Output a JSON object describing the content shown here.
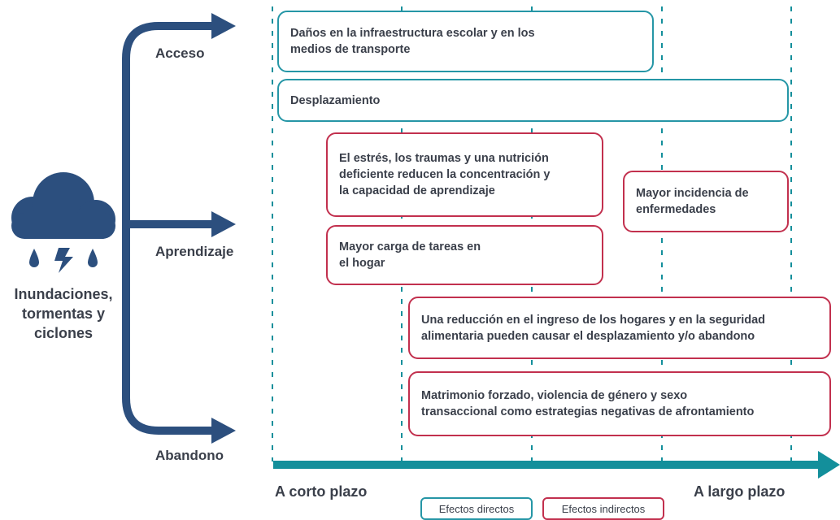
{
  "hazard": {
    "label_line1": "Inundaciones,",
    "label_line2": "tormentas y",
    "label_line3": "ciclones"
  },
  "branches": {
    "access": "Acceso",
    "learning": "Aprendizaje",
    "dropout": "Abandono"
  },
  "effects": {
    "infrastructure": "Daños en la infraestructura escolar y en los\nmedios de transporte",
    "displacement": "Desplazamiento",
    "stress": "El estrés, los traumas y una nutrición\ndeficiente reducen la concentración y\nla capacidad de aprendizaje",
    "disease": "Mayor incidencia de\nenfermedades",
    "household": "Mayor carga de tareas en\nel hogar",
    "income": "Una reducción en el ingreso de los hogares y en la seguridad\nalimentaria pueden causar el desplazamiento y/o abandono",
    "marriage": "Matrimonio forzado, violencia de género y sexo\ntransaccional como estrategias negativas de afrontamiento"
  },
  "timeline": {
    "short_term": "A corto plazo",
    "long_term": "A largo plazo"
  },
  "legend": {
    "direct": "Efectos directos",
    "indirect": "Efectos indirectos"
  },
  "colors": {
    "navy": "#2c4f7e",
    "teal": "#138f9b",
    "direct": "#2596a6",
    "indirect": "#c2304e"
  }
}
